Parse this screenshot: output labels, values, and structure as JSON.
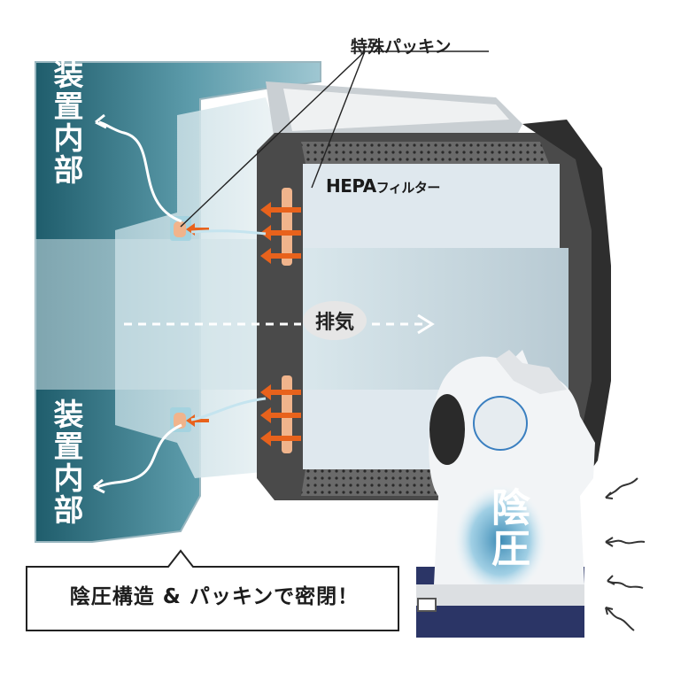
{
  "labels": {
    "device_inside_top": "装置内部",
    "device_inside_bottom": "装置内部",
    "special_packing": "特殊パッキン",
    "hepa_main": "HEPA",
    "hepa_sub": "フィルター",
    "exhaust": "排気",
    "negative_pressure": "陰圧",
    "callout": "陰圧構造 & パッキンで密閉！"
  },
  "colors": {
    "device_teal": "#2f6a78",
    "housing_dark": "#4a4a4a",
    "filter_light": "#dfe8ee",
    "packing_orange": "#f0b48c",
    "arrow_orange": "#e8621c",
    "body_navy": "#2b3566",
    "glow_blue": "#6ab6dc"
  },
  "icons": [
    "orange-arrow-icon",
    "flow-arrow-icon",
    "squiggle-arrow-icon",
    "dotted-arrow-icon"
  ]
}
